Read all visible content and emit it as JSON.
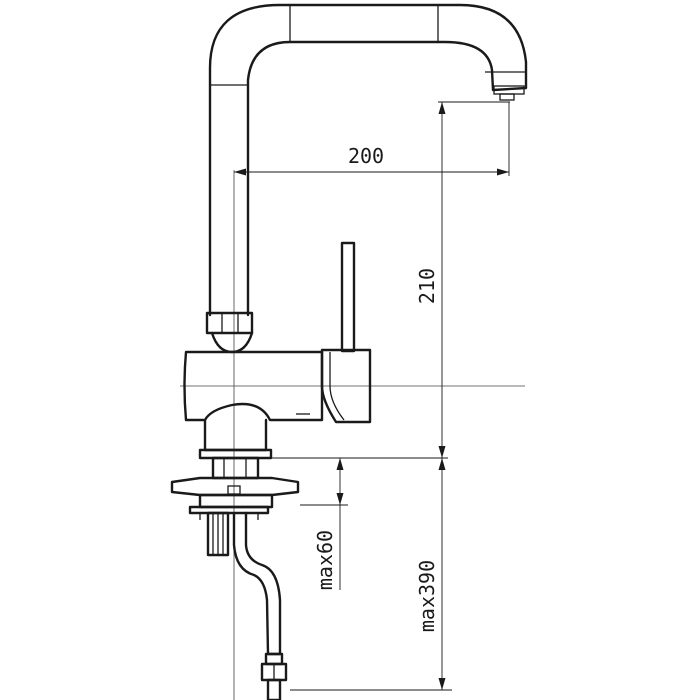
{
  "dimensions": {
    "spout_reach": "200",
    "spout_height": "210",
    "max_mounting_thickness": "max60",
    "max_height_below_deck": "max390"
  }
}
